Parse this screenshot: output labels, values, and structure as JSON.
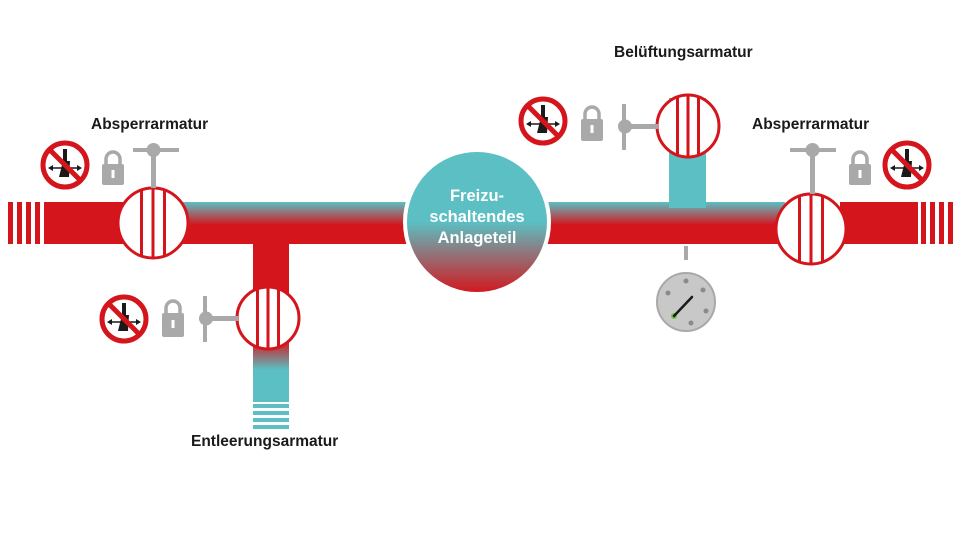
{
  "labels": {
    "absperr_left": "Absperrarmatur",
    "absperr_right": "Absperrarmatur",
    "belueftung": "Belüftungsarmatur",
    "entleerung": "Entleerungsarmatur"
  },
  "center": {
    "line1": "Freizu-",
    "line2": "schaltendes",
    "line3": "Anlageteil"
  },
  "icons": {
    "prohibition": "no-switching-sign-icon",
    "lock": "padlock-icon",
    "valve": "valve-icon",
    "gauge": "pressure-gauge-icon"
  },
  "colors": {
    "pipe_red": "#d4151c",
    "pipe_teal": "#5bbfc3",
    "grey": "#a9a9a9",
    "text": "#1a1a1a"
  }
}
